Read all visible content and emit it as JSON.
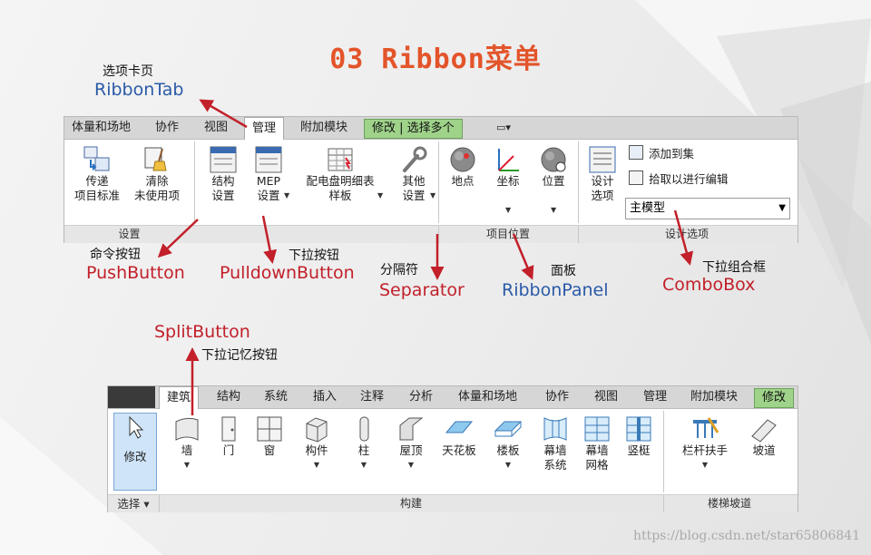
{
  "title": "03  Ribbon菜单",
  "annotations": {
    "ribbon_tab": {
      "cn": "选项卡页",
      "en": "RibbonTab"
    },
    "push_button": {
      "cn": "命令按钮",
      "en": "PushButton"
    },
    "pulldown_button": {
      "cn": "下拉按钮",
      "en": "PulldownButton"
    },
    "separator": {
      "cn": "分隔符",
      "en": "Separator"
    },
    "ribbon_panel": {
      "cn": "面板",
      "en": "RibbonPanel"
    },
    "combo_box": {
      "cn": "下拉组合框",
      "en": "ComboBox"
    },
    "split_button": {
      "cn": "下拉记忆按钮",
      "en": "SplitButton"
    }
  },
  "ribbon1": {
    "tabs": [
      "体量和场地",
      "协作",
      "视图",
      "管理",
      "附加模块",
      "修改 | 选择多个"
    ],
    "active_tab": "管理",
    "quick_access": "▭▾",
    "buttons": {
      "transfer": [
        "传递",
        "项目标准"
      ],
      "purge": [
        "清除",
        "未使用项"
      ],
      "struct": [
        "结构",
        "设置"
      ],
      "mep": [
        "MEP",
        "设置"
      ],
      "panel_sched": [
        "配电盘明细表",
        "样板"
      ],
      "other": [
        "其他",
        "设置"
      ],
      "location": "地点",
      "coords": "坐标",
      "position": "位置",
      "design_opt": [
        "设计",
        "选项"
      ]
    },
    "small_buttons": {
      "add_to_set": "添加到集",
      "pick_edit": "拾取以进行编辑"
    },
    "combo_value": "主模型",
    "panels": {
      "settings": "设置",
      "project_location": "项目位置",
      "design_options": "设计选项"
    }
  },
  "ribbon2": {
    "tabs": [
      "建筑",
      "结构",
      "系统",
      "插入",
      "注释",
      "分析",
      "体量和场地",
      "协作",
      "视图",
      "管理",
      "附加模块",
      "修改"
    ],
    "active_tab": "建筑",
    "buttons": {
      "modify": "修改",
      "wall": "墙",
      "door": "门",
      "window": "窗",
      "component": "构件",
      "column": "柱",
      "roof": "屋顶",
      "ceiling": "天花板",
      "floor": "楼板",
      "curtain_sys": [
        "幕墙",
        "系统"
      ],
      "curtain_grid": [
        "幕墙",
        "网格"
      ],
      "mullion": "竖梃",
      "railing": "栏杆扶手",
      "ramp": "坡道"
    },
    "panels": {
      "select": "选择 ▾",
      "build": "构建",
      "stair": "楼梯坡道"
    }
  },
  "watermark": "https://blog.csdn.net/star65806841",
  "colors": {
    "title": "#e3542a",
    "red": "#c2202a",
    "blue": "#2a5aa8",
    "modify_tab": "#9fd38a"
  }
}
